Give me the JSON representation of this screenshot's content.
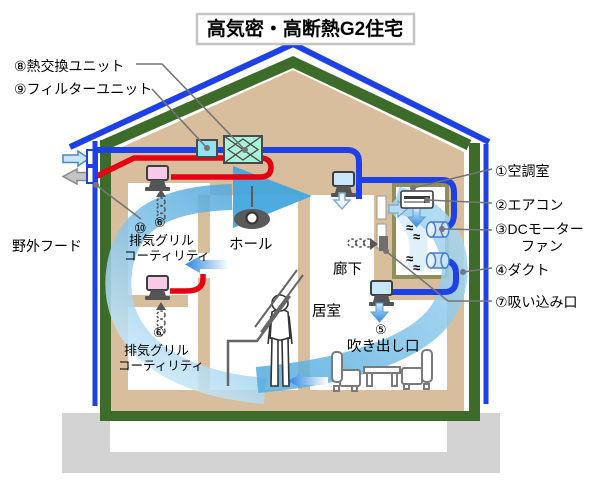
{
  "title": "高気密・高断熱G2住宅",
  "labels": {
    "heat_exchange_unit": "⑧熱交換ユニット",
    "filter_unit": "⑨フィルターユニット",
    "outdoor_hood_number": "⑩",
    "outdoor_hood": "野外フード",
    "exhaust_grill_number": "⑥",
    "exhaust_grill_line1": "排気グリル",
    "exhaust_grill_line2": "コーティリティ",
    "hall": "ホール",
    "corridor": "廊下",
    "living_room": "居室",
    "outlet_number": "⑤",
    "outlet": "吹き出し口",
    "ac_room": "①空調室",
    "air_conditioner": "②エアコン",
    "dc_motor_fan_line1": "③DCモーター",
    "dc_motor_fan_line2": "ファン",
    "duct": "④ダクト",
    "suction_inlet": "⑦吸い込み口",
    "fan_wave": "≈"
  },
  "colors": {
    "envelope_blue": "#1E40E8",
    "exhaust_red": "#E60012",
    "insulation_green": "#3C6B2A",
    "wall_tan": "#D9BE9D",
    "foundation_gray": "#D3D3D3",
    "ac_room_border": "#8F8F5A",
    "filter_cyan": "#8FE3F2",
    "heat_exchange_mint": "#ABF1DA",
    "airflow_blue": "#4FA8DC"
  }
}
